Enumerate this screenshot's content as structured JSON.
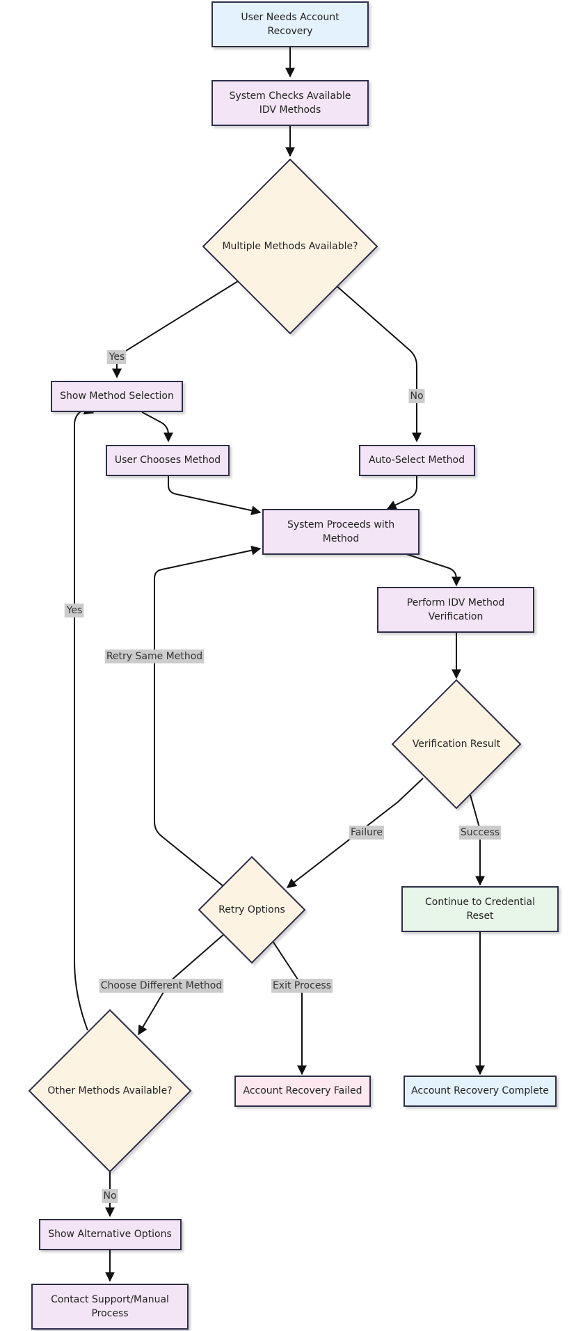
{
  "colors": {
    "start": "#e3f2fd",
    "process": "#f3e5f5",
    "decision": "#fdf3e3",
    "success": "#e8f5e9",
    "failure": "#fce8ee",
    "complete": "#e3f2fd",
    "stroke": "#2d2d4a",
    "label_bg": "#cccccc"
  },
  "nodes": {
    "user_needs": [
      "User Needs Account",
      "Recovery"
    ],
    "system_checks": [
      "System Checks Available",
      "IDV Methods"
    ],
    "multiple_methods": [
      "Multiple Methods Available?"
    ],
    "show_method_selection": [
      "Show Method Selection"
    ],
    "user_chooses": [
      "User Chooses Method"
    ],
    "auto_select": [
      "Auto-Select Method"
    ],
    "system_proceeds": [
      "System Proceeds with",
      "Method"
    ],
    "perform_idv": [
      "Perform IDV Method",
      "Verification"
    ],
    "verification_result": [
      "Verification Result"
    ],
    "continue_reset": [
      "Continue to Credential",
      "Reset"
    ],
    "retry_options": [
      "Retry Options"
    ],
    "other_methods": [
      "Other Methods Available?"
    ],
    "recovery_failed": [
      "Account Recovery Failed"
    ],
    "recovery_complete": [
      "Account Recovery Complete"
    ],
    "show_alternatives": [
      "Show Alternative Options"
    ],
    "contact_support": [
      "Contact Support/Manual",
      "Process"
    ]
  },
  "edge_labels": {
    "yes_multiple": "Yes",
    "no_multiple": "No",
    "failure": "Failure",
    "success": "Success",
    "retry_same": "Retry Same Method",
    "choose_different": "Choose Different Method",
    "exit_process": "Exit Process",
    "yes_other": "Yes",
    "no_other": "No"
  }
}
